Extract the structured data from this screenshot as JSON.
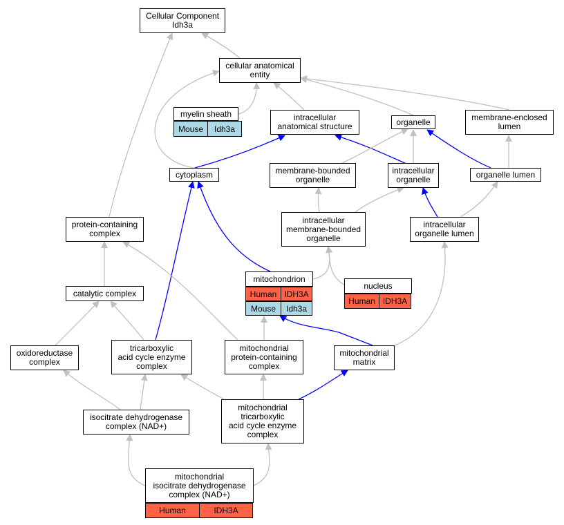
{
  "diagram": {
    "nodes": {
      "cc_idh3a": {
        "title": "Cellular Component\nIdh3a"
      },
      "cae": {
        "title": "cellular anatomical\nentity"
      },
      "myelin": {
        "title": "myelin sheath",
        "rows": [
          [
            "Mouse",
            "Idh3a"
          ]
        ]
      },
      "ias": {
        "title": "intracellular\nanatomical structure"
      },
      "organelle": {
        "title": "organelle"
      },
      "mel": {
        "title": "membrane-enclosed\nlumen"
      },
      "cytoplasm": {
        "title": "cytoplasm"
      },
      "mbo": {
        "title": "membrane-bounded\norganelle"
      },
      "io": {
        "title": "intracellular\norganelle"
      },
      "ol": {
        "title": "organelle lumen"
      },
      "pcc": {
        "title": "protein-containing\ncomplex"
      },
      "imbo": {
        "title": "intracellular\nmembrane-bounded\norganelle"
      },
      "iol": {
        "title": "intracellular\norganelle lumen"
      },
      "mito": {
        "title": "mitochondrion",
        "rows": [
          [
            "Human",
            "IDH3A"
          ],
          [
            "Mouse",
            "Idh3a"
          ]
        ]
      },
      "nucleus": {
        "title": "nucleus",
        "rows": [
          [
            "Human",
            "IDH3A"
          ]
        ]
      },
      "catc": {
        "title": "catalytic complex"
      },
      "oxc": {
        "title": "oxidoreductase\ncomplex"
      },
      "tcace": {
        "title": "tricarboxylic\nacid cycle enzyme\ncomplex"
      },
      "mpcc": {
        "title": "mitochondrial\nprotein-containing\ncomplex"
      },
      "mm": {
        "title": "mitochondrial\nmatrix"
      },
      "idhc": {
        "title": "isocitrate dehydrogenase\ncomplex (NAD+)"
      },
      "mtcace": {
        "title": "mitochondrial\ntricarboxylic\nacid cycle enzyme\ncomplex"
      },
      "midhc": {
        "title": "mitochondrial\nisocitrate dehydrogenase\ncomplex (NAD+)",
        "rows": [
          [
            "Human",
            "IDH3A"
          ]
        ]
      }
    },
    "colors": {
      "human_fill": "#fe6347",
      "mouse_fill": "#add8e6",
      "part_of_edge": "#0000ff",
      "is_a_edge": "#c0c0c0"
    }
  }
}
